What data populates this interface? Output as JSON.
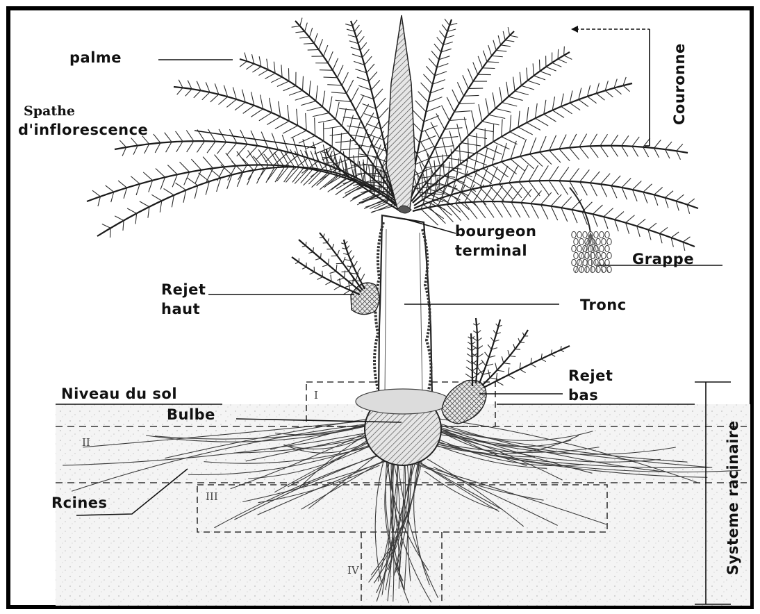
{
  "labels": {
    "palme": "palme",
    "spathe_1": "Spathe",
    "spathe_2": "d'inflorescence",
    "couronne": "Couronne",
    "bourgeon_1": "bourgeon",
    "bourgeon_2": "terminal",
    "grappe": "Grappe",
    "rejet_haut_1": "Rejet",
    "rejet_haut_2": "haut",
    "tronc": "Tronc",
    "niveau_du_sol": "Niveau du sol",
    "rejet_bas_1": "Rejet",
    "rejet_bas_2": "bas",
    "bulbe": "Bulbe",
    "racines": "Rcines",
    "systeme_racinaire": "Systeme racinaire"
  },
  "zones": {
    "zone_1": "I",
    "zone_2": "II",
    "zone_3": "III",
    "zone_4": "IV"
  }
}
